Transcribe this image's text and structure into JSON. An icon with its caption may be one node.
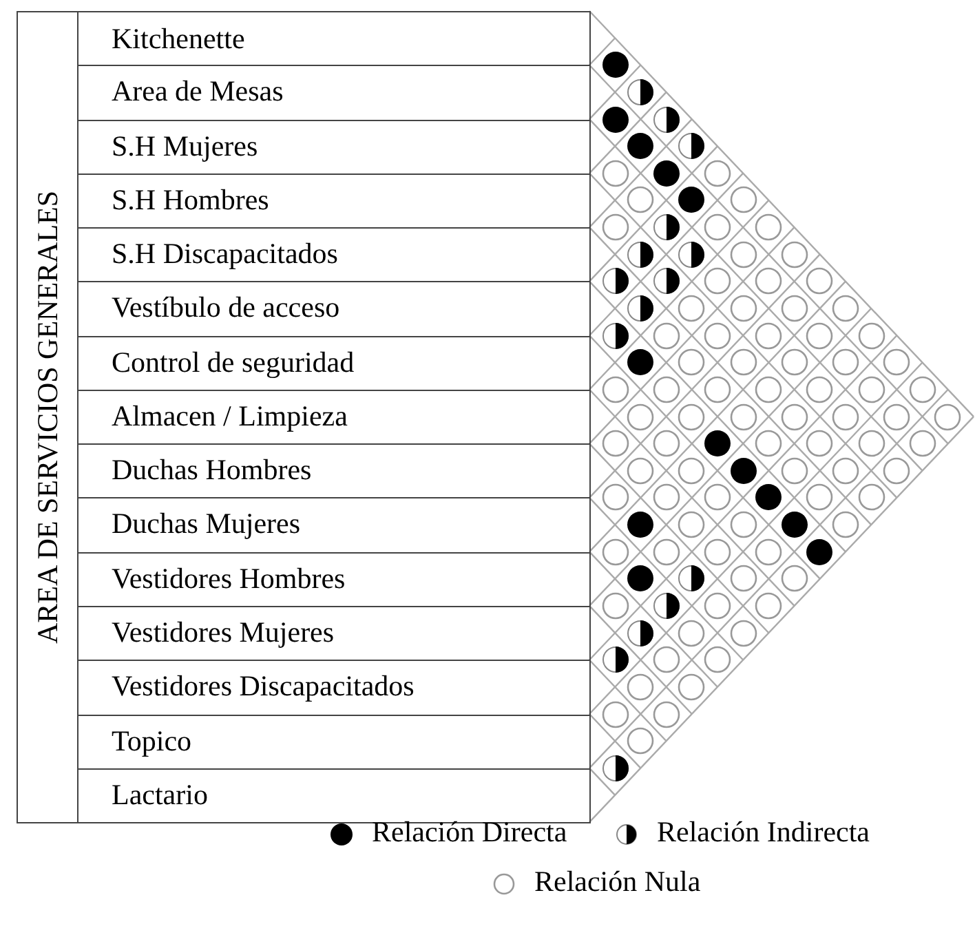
{
  "diagram": {
    "nodes": [
      {
        "text": [
          "AREA DE SERVICIOS GENERALES"
        ]
      },
      {
        "text": [
          "Kitchenette"
        ]
      },
      {
        "text": [
          "Area de Mesas"
        ]
      },
      {
        "text": [
          "S.H Mujeres"
        ]
      },
      {
        "text": [
          "S.H Hombres"
        ]
      },
      {
        "text": [
          "S.H Discapacitados"
        ]
      },
      {
        "text": [
          "Vestíbulo de acceso"
        ]
      },
      {
        "text": [
          "Control de seguridad"
        ]
      },
      {
        "text": [
          "Almacen / Limpieza"
        ]
      },
      {
        "text": [
          "Duchas Hombres"
        ]
      },
      {
        "text": [
          "Duchas Mujeres"
        ]
      },
      {
        "text": [
          "Vestidores Hombres"
        ]
      },
      {
        "text": [
          "Vestidores Mujeres"
        ]
      },
      {
        "text": [
          "Vestidores Discapacitados"
        ]
      },
      {
        "text": [
          "Topico"
        ]
      },
      {
        "text": [
          "Lactario"
        ]
      },
      {
        "text": [],
        "shape": "dot"
      },
      {
        "text": [],
        "shape": "half-circle"
      },
      {
        "text": [],
        "shape": "dot"
      },
      {
        "text": [],
        "shape": "half-circle"
      },
      {
        "text": [],
        "shape": "dot"
      },
      {
        "text": [],
        "shape": "half-circle"
      },
      {
        "text": [],
        "shape": "circle"
      },
      {
        "text": [],
        "shape": "dot"
      },
      {
        "text": [],
        "shape": "circle"
      },
      {
        "text": [],
        "shape": "circle"
      },
      {
        "text": [],
        "shape": "dot"
      },
      {
        "text": [],
        "shape": "circle"
      },
      {
        "text": [],
        "shape": "circle"
      },
      {
        "text": [],
        "shape": "half-circle"
      },
      {
        "text": [],
        "shape": "circle"
      },
      {
        "text": [],
        "shape": "circle"
      },
      {
        "text": [],
        "shape": "half-circle"
      },
      {
        "text": [],
        "shape": "half-circle"
      },
      {
        "text": [],
        "shape": "circle"
      },
      {
        "text": [],
        "shape": "circle"
      },
      {
        "text": [],
        "shape": "half-circle"
      },
      {
        "text": [],
        "shape": "half-circle"
      },
      {
        "text": [],
        "shape": "circle"
      },
      {
        "text": [],
        "shape": "circle"
      },
      {
        "text": [],
        "shape": "circle"
      },
      {
        "text": [],
        "shape": "half-circle"
      },
      {
        "text": [],
        "shape": "circle"
      },
      {
        "text": [],
        "shape": "circle"
      },
      {
        "text": [],
        "shape": "circle"
      },
      {
        "text": [],
        "shape": "circle"
      },
      {
        "text": [],
        "shape": "half-circle"
      },
      {
        "text": [],
        "shape": "circle"
      },
      {
        "text": [],
        "shape": "circle"
      },
      {
        "text": [],
        "shape": "circle"
      },
      {
        "text": [],
        "shape": "circle"
      },
      {
        "text": [],
        "shape": "circle"
      },
      {
        "text": [],
        "shape": "dot"
      },
      {
        "text": [],
        "shape": "circle"
      },
      {
        "text": [],
        "shape": "circle"
      },
      {
        "text": [],
        "shape": "circle"
      },
      {
        "text": [],
        "shape": "circle"
      },
      {
        "text": [],
        "shape": "circle"
      },
      {
        "text": [],
        "shape": "circle"
      },
      {
        "text": [],
        "shape": "circle"
      },
      {
        "text": [],
        "shape": "circle"
      },
      {
        "text": [],
        "shape": "circle"
      },
      {
        "text": [],
        "shape": "circle"
      },
      {
        "text": [],
        "shape": "circle"
      },
      {
        "text": [],
        "shape": "circle"
      },
      {
        "text": [],
        "shape": "circle"
      },
      {
        "text": [],
        "shape": "circle"
      },
      {
        "text": [],
        "shape": "circle"
      },
      {
        "text": [],
        "shape": "circle"
      },
      {
        "text": [],
        "shape": "circle"
      },
      {
        "text": [],
        "shape": "circle"
      },
      {
        "text": [],
        "shape": "circle"
      },
      {
        "text": [],
        "shape": "circle"
      },
      {
        "text": [],
        "shape": "circle"
      },
      {
        "text": [],
        "shape": "dot"
      },
      {
        "text": [],
        "shape": "circle"
      },
      {
        "text": [],
        "shape": "circle"
      },
      {
        "text": [],
        "shape": "circle"
      },
      {
        "text": [],
        "shape": "circle"
      },
      {
        "text": [],
        "shape": "circle"
      },
      {
        "text": [],
        "shape": "circle"
      },
      {
        "text": [],
        "shape": "dot"
      },
      {
        "text": [],
        "shape": "circle"
      },
      {
        "text": [],
        "shape": "circle"
      },
      {
        "text": [],
        "shape": "circle"
      },
      {
        "text": [],
        "shape": "circle"
      },
      {
        "text": [],
        "shape": "circle"
      },
      {
        "text": [],
        "shape": "circle"
      },
      {
        "text": [],
        "shape": "dot"
      },
      {
        "text": [],
        "shape": "circle"
      },
      {
        "text": [],
        "shape": "circle"
      },
      {
        "text": [],
        "shape": "dot"
      },
      {
        "text": [],
        "shape": "circle"
      },
      {
        "text": [],
        "shape": "circle"
      },
      {
        "text": [],
        "shape": "dot"
      },
      {
        "text": [],
        "shape": "circle"
      },
      {
        "text": [],
        "shape": "circle"
      },
      {
        "text": [],
        "shape": "circle"
      },
      {
        "text": [],
        "shape": "circle"
      },
      {
        "text": [],
        "shape": "circle"
      },
      {
        "text": [],
        "shape": "dot"
      },
      {
        "text": [],
        "shape": "dot"
      },
      {
        "text": [],
        "shape": "half-circle"
      },
      {
        "text": [],
        "shape": "circle"
      },
      {
        "text": [],
        "shape": "circle"
      },
      {
        "text": [],
        "shape": "circle"
      },
      {
        "text": [],
        "shape": "half-circle"
      },
      {
        "text": [],
        "shape": "circle"
      },
      {
        "text": [],
        "shape": "circle"
      },
      {
        "text": [],
        "shape": "half-circle"
      },
      {
        "text": [],
        "shape": "circle"
      },
      {
        "text": [],
        "shape": "circle"
      },
      {
        "text": [],
        "shape": "half-circle"
      },
      {
        "text": [],
        "shape": "circle"
      },
      {
        "text": [],
        "shape": "circle"
      },
      {
        "text": [],
        "shape": "circle"
      },
      {
        "text": [],
        "shape": "circle"
      },
      {
        "text": [],
        "shape": "circle"
      },
      {
        "text": [],
        "shape": "circle"
      },
      {
        "text": [],
        "shape": "circle"
      },
      {
        "text": [],
        "shape": "half-circle"
      }
    ],
    "legend": [
      {
        "text": "Relación Directa"
      },
      {
        "text": "Relación Indirecta"
      },
      {
        "text": "Relación Nula"
      }
    ]
  }
}
